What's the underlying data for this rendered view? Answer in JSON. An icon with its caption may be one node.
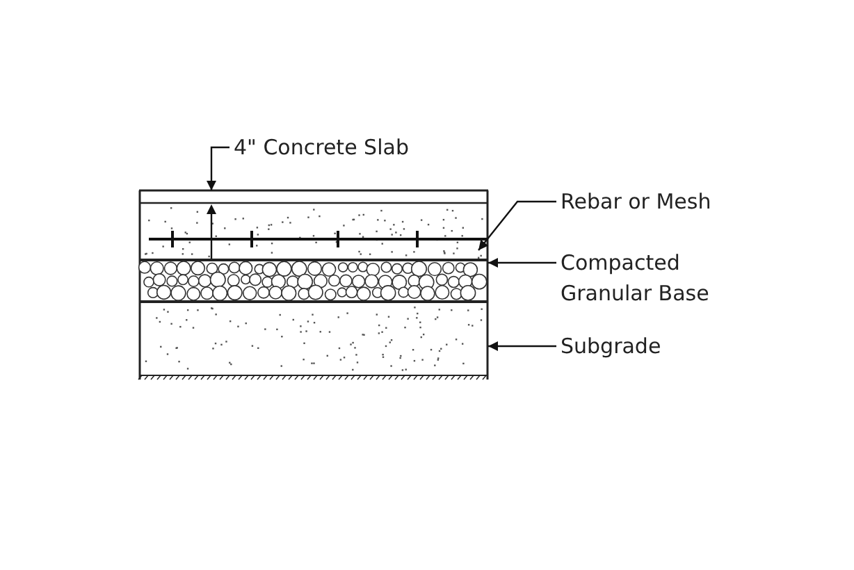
{
  "diagram": {
    "nodes": [
      {
        "text": [
          "4\" Concrete Slab"
        ]
      },
      {
        "text": [],
        "shape": "box"
      },
      {
        "text": [],
        "shape": "bar",
        "in": 1
      },
      {
        "text": [
          "Rebar or Mesh"
        ]
      },
      {
        "text": [
          "Compacted Granular Base"
        ]
      },
      {
        "text": [],
        "shape": "box"
      },
      {
        "text": [
          "Subgrade"
        ]
      },
      {
        "text": [],
        "shape": "box"
      }
    ],
    "edges": [
      {
        "from": 0,
        "to": 1,
        "arrow": "to"
      },
      {
        "from": 3,
        "to": 2,
        "arrow": "to"
      },
      {
        "from": 4,
        "to": 5,
        "arrow": "to"
      },
      {
        "from": 6,
        "to": 7,
        "arrow": "to"
      }
    ]
  }
}
